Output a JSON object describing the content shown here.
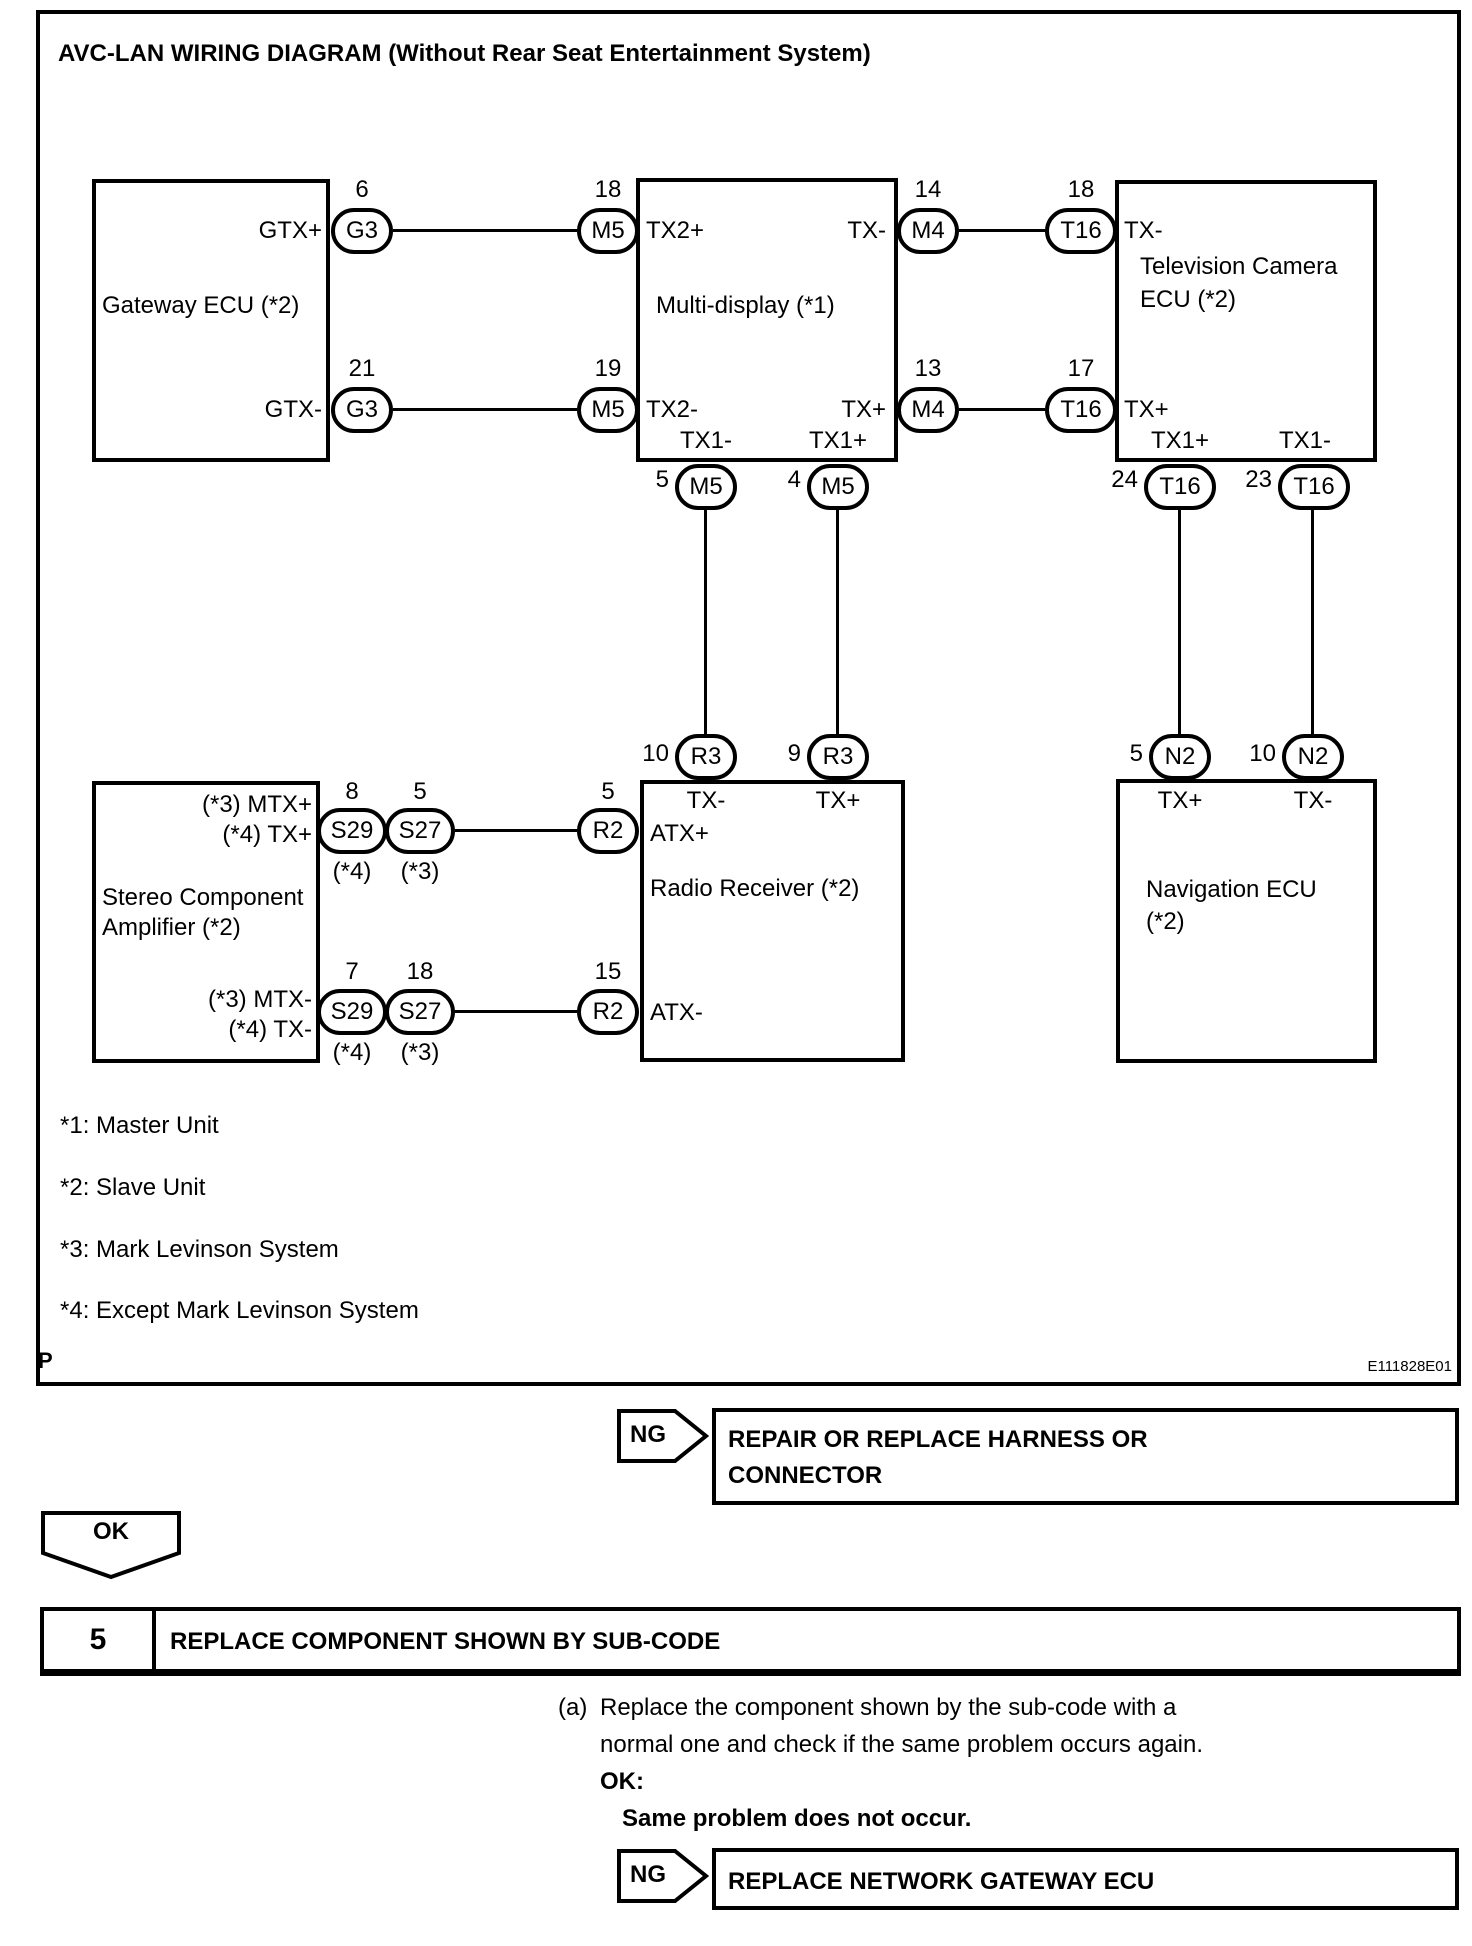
{
  "diagram": {
    "title": "AVC-LAN WIRING DIAGRAM (Without Rear Seat Entertainment System)",
    "figure_id": "E111828E01",
    "page_marker": "P",
    "notes": [
      "*1: Master Unit",
      "*2: Slave Unit",
      "*3: Mark Levinson System",
      "*4: Except Mark Levinson System"
    ],
    "components": {
      "gateway": {
        "name": "Gateway ECU (*2)",
        "gtx_plus": "GTX+",
        "gtx_minus": "GTX-"
      },
      "multi": {
        "name": "Multi-display (*1)",
        "tx2_plus": "TX2+",
        "tx_minus": "TX-",
        "tx2_minus": "TX2-",
        "tx_plus": "TX+",
        "tx1_minus": "TX1-",
        "tx1_plus": "TX1+"
      },
      "tvcam": {
        "name_line1": "Television Camera",
        "name_line2": "ECU (*2)",
        "tx_minus": "TX-",
        "tx_plus": "TX+",
        "tx1_plus": "TX1+",
        "tx1_minus": "TX1-"
      },
      "stereo": {
        "name_line1": "Stereo Component",
        "name_line2": "Amplifier (*2)",
        "row1_line1": "(*3) MTX+",
        "row1_line2": "(*4) TX+",
        "row2_line1": "(*3) MTX-",
        "row2_line2": "(*4) TX-"
      },
      "radio": {
        "name": "Radio Receiver (*2)",
        "tx_minus": "TX-",
        "tx_plus": "TX+",
        "atx_plus": "ATX+",
        "atx_minus": "ATX-"
      },
      "nav": {
        "name_line1": "Navigation ECU",
        "name_line2": "(*2)",
        "tx_plus": "TX+",
        "tx_minus": "TX-"
      }
    },
    "connectors": [
      {
        "pin": "6",
        "id": "G3"
      },
      {
        "pin": "18",
        "id": "M5"
      },
      {
        "pin": "14",
        "id": "M4"
      },
      {
        "pin": "18",
        "id": "T16"
      },
      {
        "pin": "21",
        "id": "G3"
      },
      {
        "pin": "19",
        "id": "M5"
      },
      {
        "pin": "13",
        "id": "M4"
      },
      {
        "pin": "17",
        "id": "T16"
      },
      {
        "pin": "5",
        "id": "M5"
      },
      {
        "pin": "4",
        "id": "M5"
      },
      {
        "pin": "24",
        "id": "T16"
      },
      {
        "pin": "23",
        "id": "T16"
      },
      {
        "pin": "10",
        "id": "R3"
      },
      {
        "pin": "9",
        "id": "R3"
      },
      {
        "pin": "5",
        "id": "N2"
      },
      {
        "pin": "10",
        "id": "N2"
      },
      {
        "pin": "8",
        "id": "S29",
        "sub": "(*4)"
      },
      {
        "pin": "5",
        "id": "S27",
        "sub": "(*3)"
      },
      {
        "pin": "5",
        "id": "R2"
      },
      {
        "pin": "7",
        "id": "S29",
        "sub": "(*4)"
      },
      {
        "pin": "18",
        "id": "S27",
        "sub": "(*3)"
      },
      {
        "pin": "15",
        "id": "R2"
      }
    ]
  },
  "flow": {
    "ng_branch_1": {
      "label": "NG",
      "action": "REPAIR OR REPLACE HARNESS OR CONNECTOR"
    },
    "ok_branch": {
      "label": "OK"
    },
    "step": {
      "number": "5",
      "title": "REPLACE COMPONENT SHOWN BY SUB-CODE"
    },
    "instruction": {
      "marker": "(a)",
      "line1": "Replace the component shown by the sub-code with a",
      "line2": "normal one and check if the same problem occurs again.",
      "ok_label": "OK:",
      "ok_text": "Same problem does not occur."
    },
    "ng_branch_2": {
      "label": "NG",
      "action": "REPLACE NETWORK GATEWAY ECU"
    }
  }
}
